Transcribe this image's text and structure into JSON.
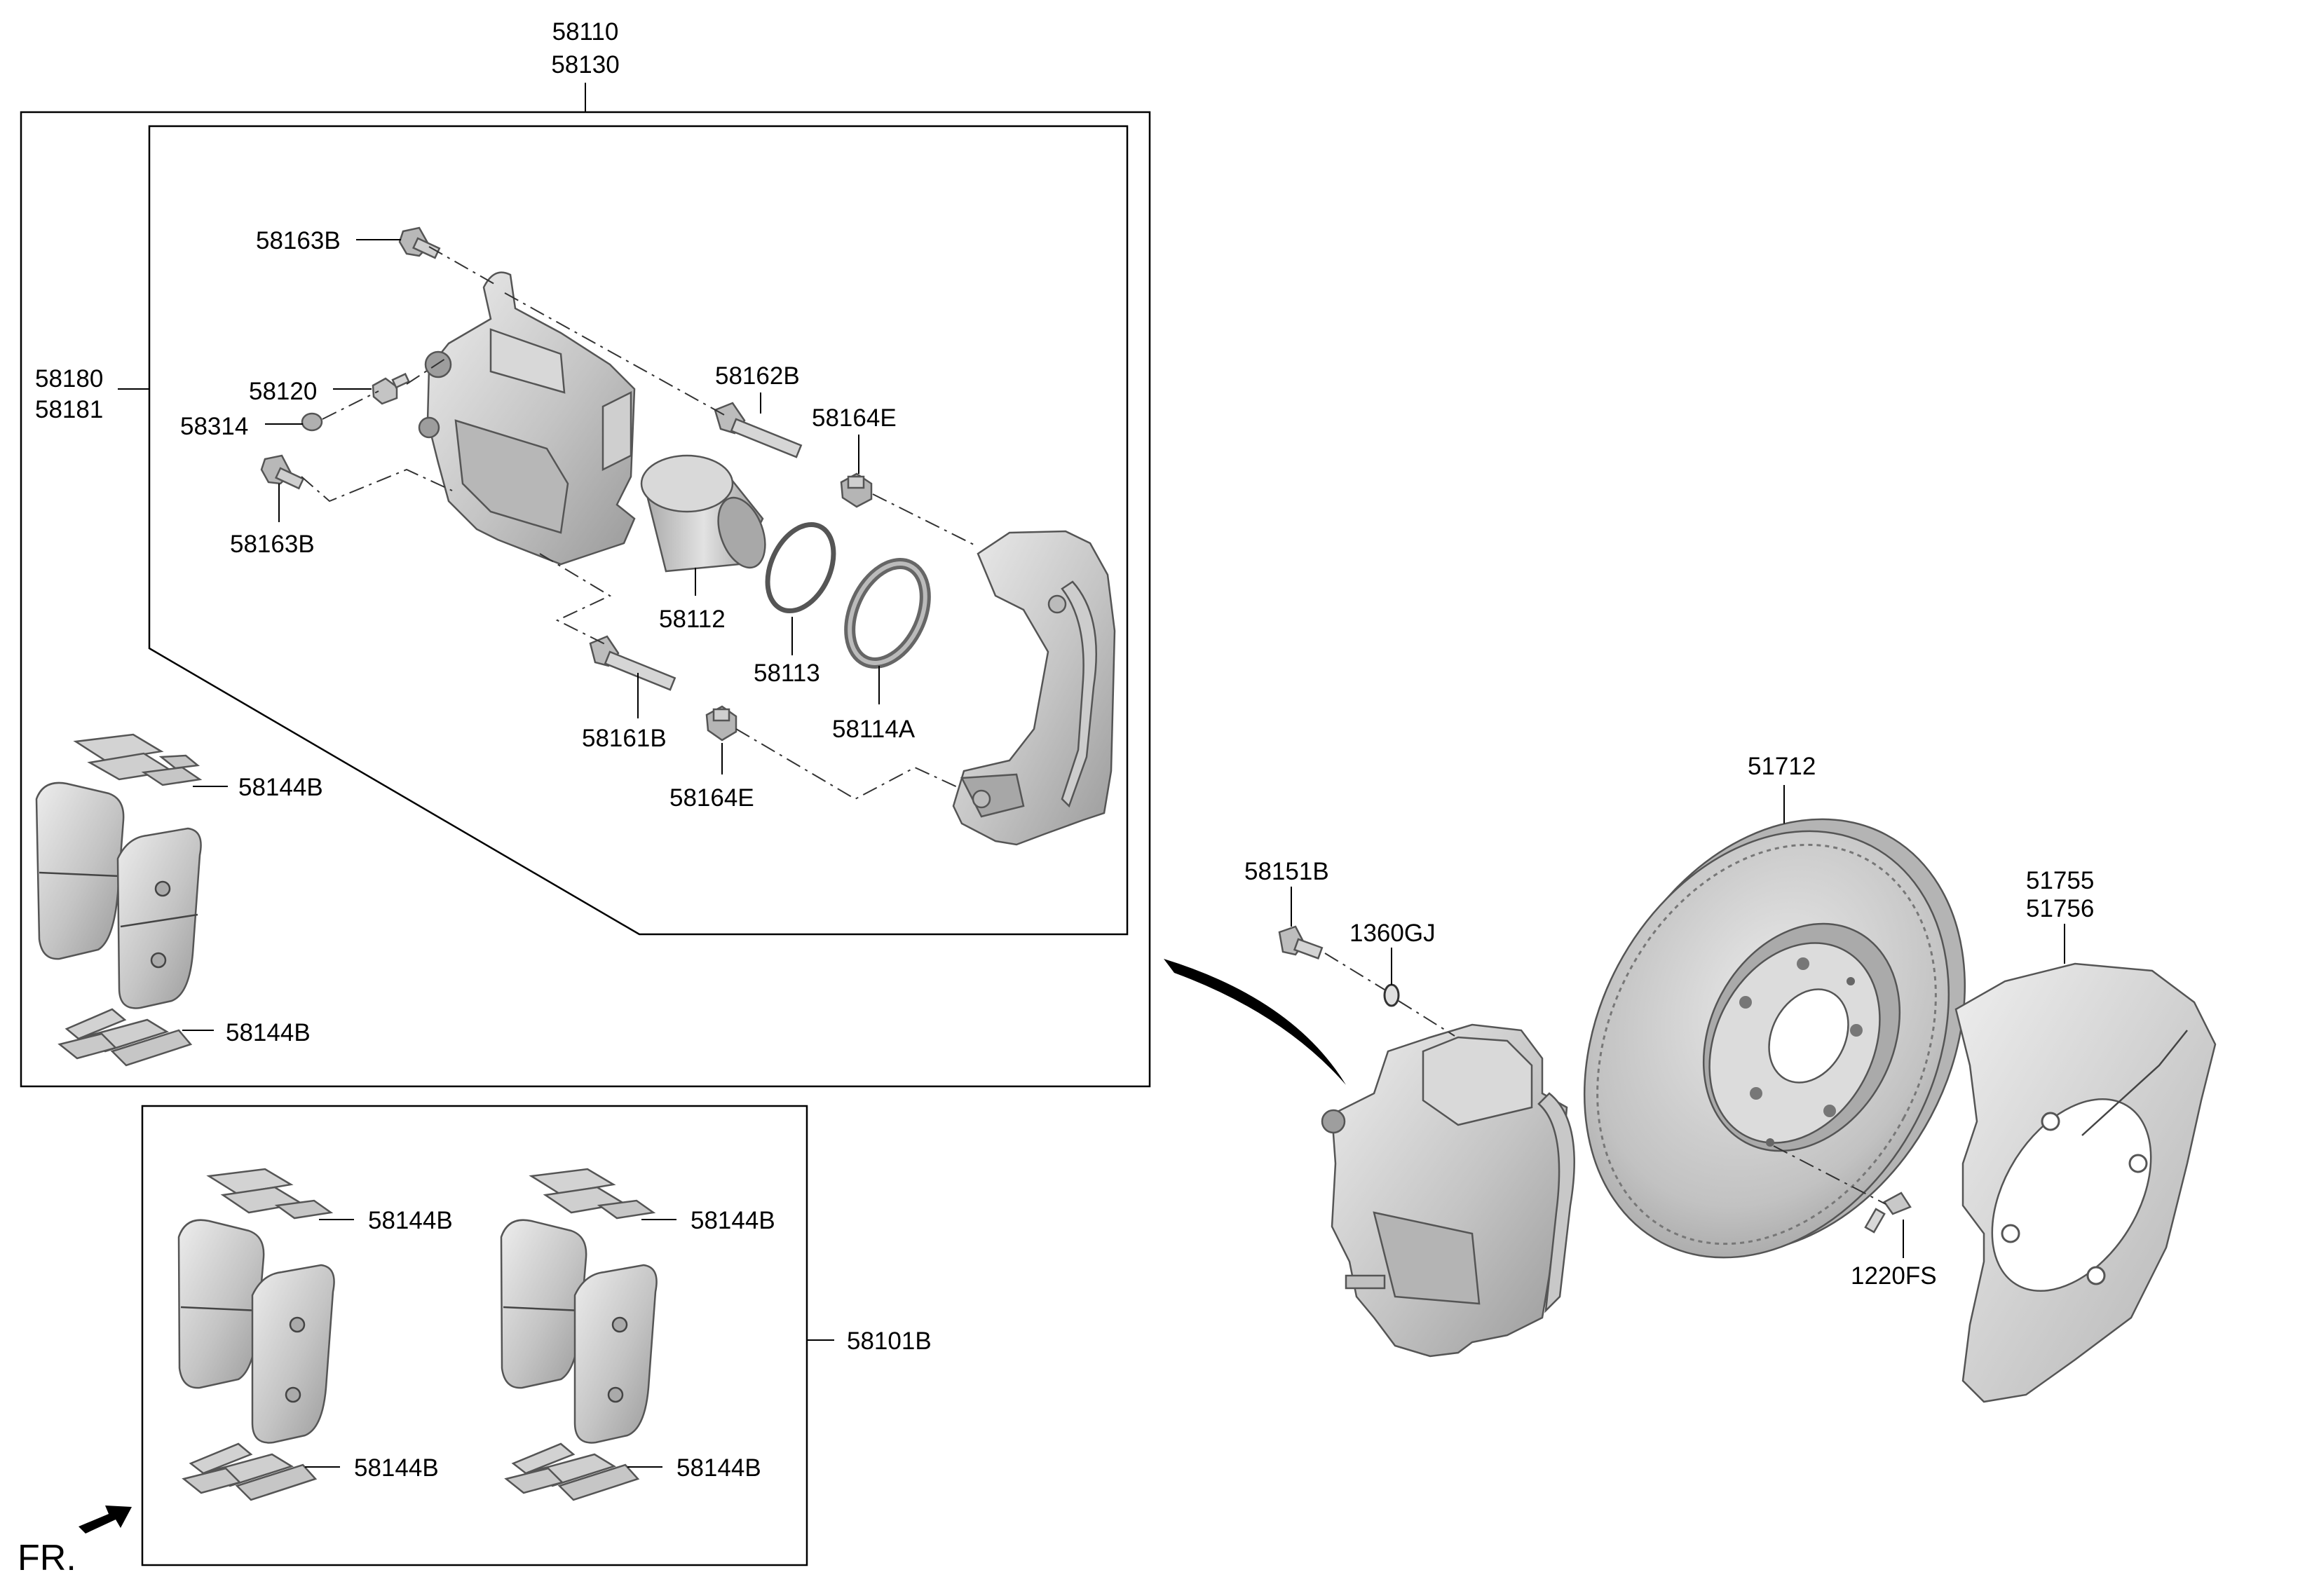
{
  "diagram_data": {
    "direction_label": "FR.",
    "labels": {
      "assy_top_1": "58110",
      "assy_top_2": "58130",
      "caliper_1": "58180",
      "caliper_2": "58181",
      "guide_rod_bolt_upper": "58163B",
      "bleeder_screw": "58120",
      "bleeder_cap": "58314",
      "guide_rod_bolt_lower": "58163B",
      "guide_rod_upper": "58162B",
      "boot_upper": "58164E",
      "piston": "58112",
      "piston_seal": "58113",
      "piston_boot": "58114A",
      "guide_rod_lower": "58161B",
      "boot_lower": "58164E",
      "pad_spring_top": "58144B",
      "pad_spring_bottom": "58144B",
      "pad_kit": "58101B",
      "kit_spring_a_top": "58144B",
      "kit_spring_b_top": "58144B",
      "kit_spring_a_bottom": "58144B",
      "kit_spring_b_bottom": "58144B",
      "caliper_bolt": "58151B",
      "washer": "1360GJ",
      "disc": "51712",
      "dust_cover_1": "51755",
      "dust_cover_2": "51756",
      "disc_screw": "1220FS"
    }
  }
}
